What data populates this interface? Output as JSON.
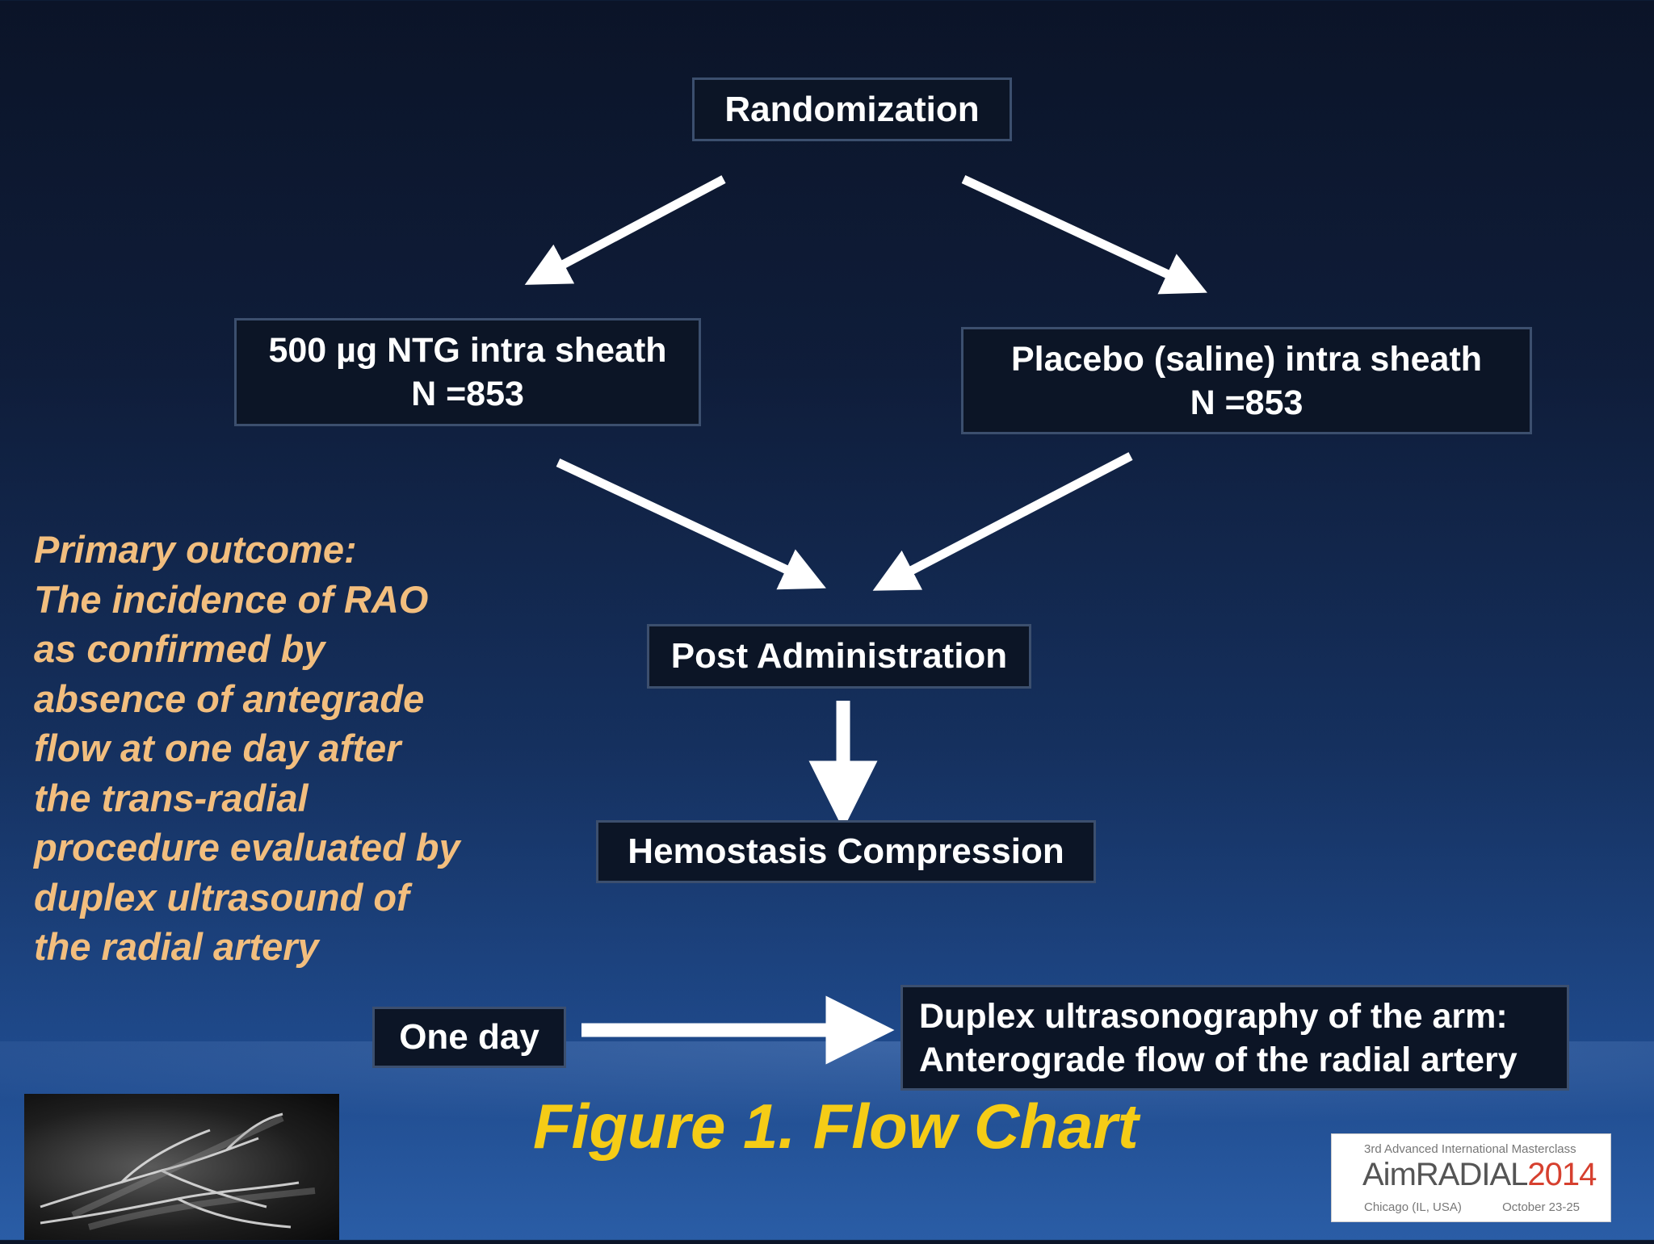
{
  "flowchart": {
    "randomization": "Randomization",
    "ntg_arm": {
      "line1": "500 µg NTG intra sheath",
      "line2": "N =853"
    },
    "placebo_arm": {
      "line1": "Placebo (saline) intra sheath",
      "line2": "N =853"
    },
    "post_administration": "Post Administration",
    "hemostasis": "Hemostasis Compression",
    "one_day": "One day",
    "duplex": {
      "line1": "Duplex ultrasonography of the arm:",
      "line2": "Anterograde flow of the radial artery"
    }
  },
  "primary_outcome": {
    "lines": [
      "Primary outcome:",
      "The incidence of RAO",
      "as confirmed by",
      "absence of antegrade",
      "flow at one day after",
      "the trans-radial",
      "procedure evaluated by",
      "duplex ultrasound of",
      "the radial artery"
    ]
  },
  "caption": "Figure 1. Flow Chart",
  "logo": {
    "line1": "3rd Advanced International Masterclass",
    "brand_prefix": "Aim",
    "brand_name": "RADIAL",
    "brand_year": "2014",
    "location": "Chicago (IL, USA)",
    "dates": "October 23-25"
  },
  "colors": {
    "box_fill": "#0c1526",
    "box_border": "#3c4f6e",
    "outcome_text": "#f2be7e",
    "caption_text": "#f5cc16",
    "arrow": "#ffffff"
  }
}
